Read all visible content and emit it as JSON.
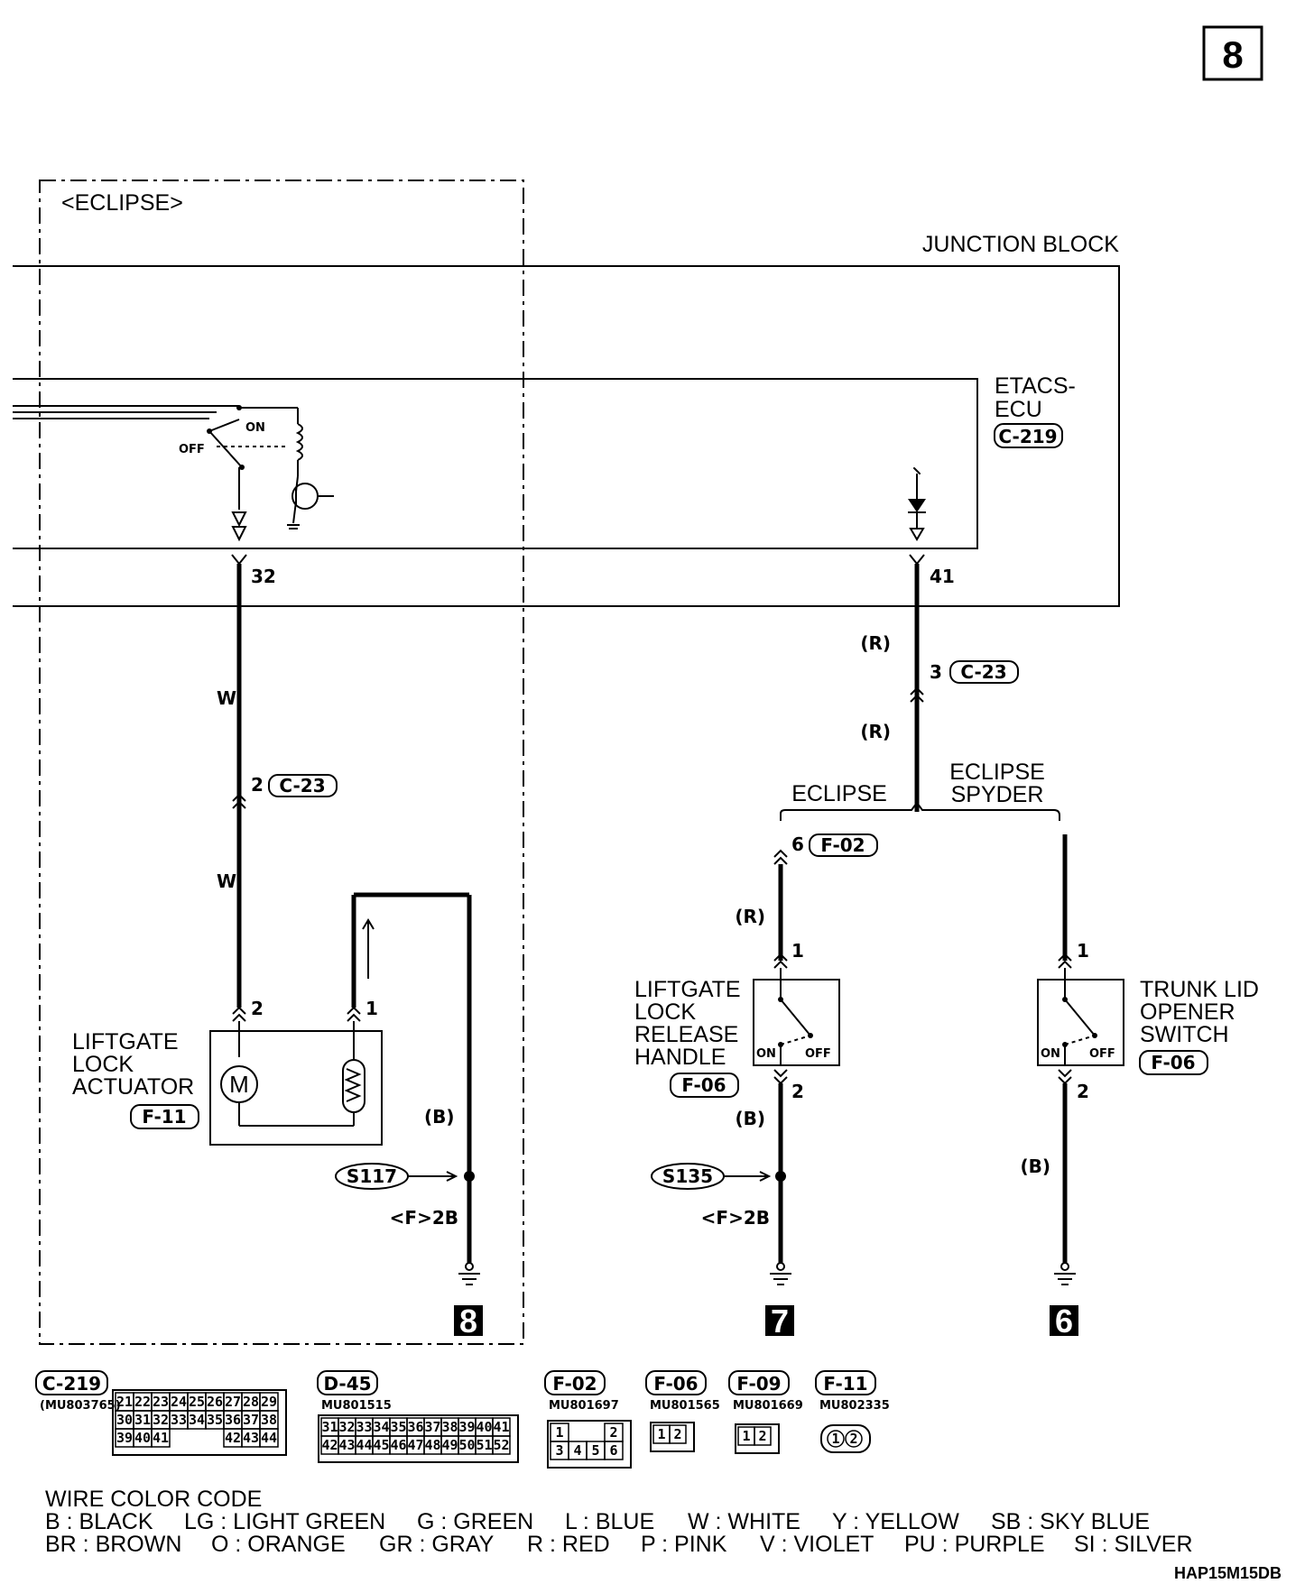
{
  "page_number": "8",
  "region_label": "<ECLIPSE>",
  "junction_block_label": "JUNCTION BLOCK",
  "etacs": {
    "line1": "ETACS-",
    "line2": "ECU",
    "connector": "C-219"
  },
  "relay_switch": {
    "on": "ON",
    "off": "OFF"
  },
  "pins": {
    "p32": "32",
    "p41": "41"
  },
  "wires": {
    "white": "W",
    "red": "(R)",
    "black": "(B)"
  },
  "connectors": {
    "c23_left": {
      "pin": "2",
      "code": "C-23"
    },
    "c23_right": {
      "pin": "3",
      "code": "C-23"
    },
    "f02": {
      "pin": "6",
      "code": "F-02"
    }
  },
  "branches": {
    "eclipse": "ECLIPSE",
    "spyder_line1": "ECLIPSE",
    "spyder_line2": "SPYDER"
  },
  "actuator": {
    "lines": [
      "LIFTGATE",
      "LOCK",
      "ACTUATOR"
    ],
    "connector": "F-11",
    "pin_left": "2",
    "pin_right": "1",
    "motor": "M"
  },
  "release_handle": {
    "lines": [
      "LIFTGATE",
      "LOCK",
      "RELEASE",
      "HANDLE"
    ],
    "connector": "F-06",
    "pin_top": "1",
    "pin_bottom": "2",
    "on": "ON",
    "off": "OFF"
  },
  "trunk_switch": {
    "lines": [
      "TRUNK LID",
      "OPENER",
      "SWITCH"
    ],
    "connector": "F-06",
    "pin_top": "1",
    "pin_bottom": "2",
    "on": "ON",
    "off": "OFF"
  },
  "splices": {
    "s117": {
      "id": "S117",
      "ground_ref": "<F>2B",
      "badge": "8"
    },
    "s135": {
      "id": "S135",
      "ground_ref": "<F>2B",
      "badge": "7"
    },
    "trunk_badge": "6"
  },
  "connector_table": [
    {
      "code": "C-219",
      "part": "(MU803765)",
      "rows": [
        [
          "21",
          "22",
          "23",
          "24",
          "25",
          "26",
          "27",
          "28",
          "29"
        ],
        [
          "30",
          "31",
          "32",
          "33",
          "34",
          "35",
          "36",
          "37",
          "38"
        ],
        [
          "39",
          "40",
          "41",
          "",
          "",
          "",
          "42",
          "43",
          "44"
        ]
      ]
    },
    {
      "code": "D-45",
      "part": "MU801515",
      "rows": [
        [
          "31",
          "32",
          "33",
          "34",
          "35",
          "36",
          "37",
          "38",
          "39",
          "40",
          "41"
        ],
        [
          "42",
          "43",
          "44",
          "45",
          "46",
          "47",
          "48",
          "49",
          "50",
          "51",
          "52"
        ]
      ]
    },
    {
      "code": "F-02",
      "part": "MU801697",
      "rows": [
        [
          "1",
          "",
          "",
          "2"
        ],
        [
          "3",
          "4",
          "5",
          "6"
        ]
      ]
    },
    {
      "code": "F-06",
      "part": "MU801565",
      "rows": [
        [
          "1",
          "2"
        ]
      ]
    },
    {
      "code": "F-09",
      "part": "MU801669",
      "rows": [
        [
          "1",
          "2"
        ]
      ]
    },
    {
      "code": "F-11",
      "part": "MU802335",
      "rows": [
        [
          "1",
          "2"
        ]
      ]
    }
  ],
  "wire_color_code": {
    "title": "WIRE COLOR CODE",
    "row1": [
      "B : BLACK",
      "LG : LIGHT GREEN",
      "G : GREEN",
      "L : BLUE",
      "W : WHITE",
      "Y : YELLOW",
      "SB : SKY BLUE"
    ],
    "row2": [
      "BR : BROWN",
      "O : ORANGE",
      "GR : GRAY",
      "R : RED",
      "P : PINK",
      "V : VIOLET",
      "PU : PURPLE",
      "SI : SILVER"
    ]
  },
  "figure_code": "HAP15M15DB"
}
